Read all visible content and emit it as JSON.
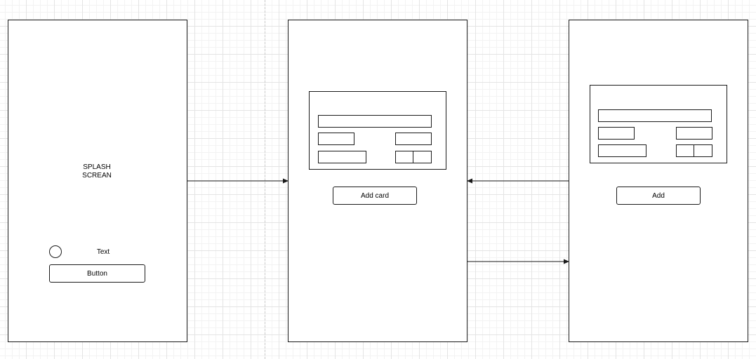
{
  "splash_screen": {
    "title_line1": "SPLASH",
    "title_line2": "SCREAN",
    "text_label": "Text",
    "button_label": "Button"
  },
  "card_list_screen": {
    "add_card_button": "Add card"
  },
  "add_card_screen": {
    "add_button": "Add"
  },
  "colors": {
    "stroke": "#1a1a1a",
    "grid": "#e4e4e4",
    "background": "#ffffff"
  }
}
